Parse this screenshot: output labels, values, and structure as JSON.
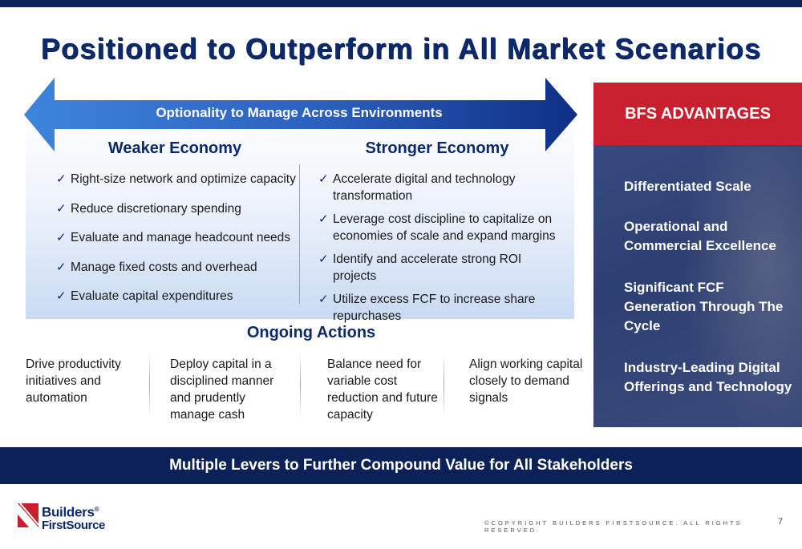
{
  "title": "Positioned to Outperform in All Market Scenarios",
  "arrow_label": "Optionality to Manage Across Environments",
  "weaker": {
    "heading": "Weaker Economy",
    "items": [
      "Right-size network and optimize capacity",
      "Reduce discretionary spending",
      "Evaluate and manage headcount needs",
      "Manage fixed costs and overhead",
      "Evaluate capital expenditures"
    ]
  },
  "stronger": {
    "heading": "Stronger Economy",
    "items": [
      "Accelerate digital and technology transformation",
      "Leverage cost discipline to capitalize on economies of scale and expand margins",
      "Identify and accelerate strong ROI projects",
      "Utilize excess FCF to increase share repurchases"
    ]
  },
  "check_glyph": "✓",
  "ongoing": {
    "heading": "Ongoing Actions",
    "actions": [
      "Drive productivity initiatives and automation",
      "Deploy capital in a disciplined manner and prudently manage cash",
      "Balance need for variable cost reduction and future capacity",
      "Align working capital closely to demand signals"
    ]
  },
  "advantages": {
    "header": "BFS ADVANTAGES",
    "items": [
      "Differentiated Scale",
      "Operational and Commercial Excellence",
      "Significant FCF Generation Through The Cycle",
      "Industry-Leading Digital Offerings and Technology"
    ]
  },
  "banner": "Multiple Levers to Further Compound Value for All Stakeholders",
  "logo": {
    "line1": "Builders",
    "line2": "FirstSource",
    "mark": "®"
  },
  "footer": {
    "copyright": "©COPYRIGHT BUILDERS FIRSTSOURCE. ALL RIGHTS RESERVED.",
    "page_number": "7"
  },
  "colors": {
    "navy": "#0c2157",
    "title_blue": "#0c2a6b",
    "red": "#c8202f",
    "arrow_light": "#3d7fd6",
    "arrow_dark": "#0f2f85"
  }
}
